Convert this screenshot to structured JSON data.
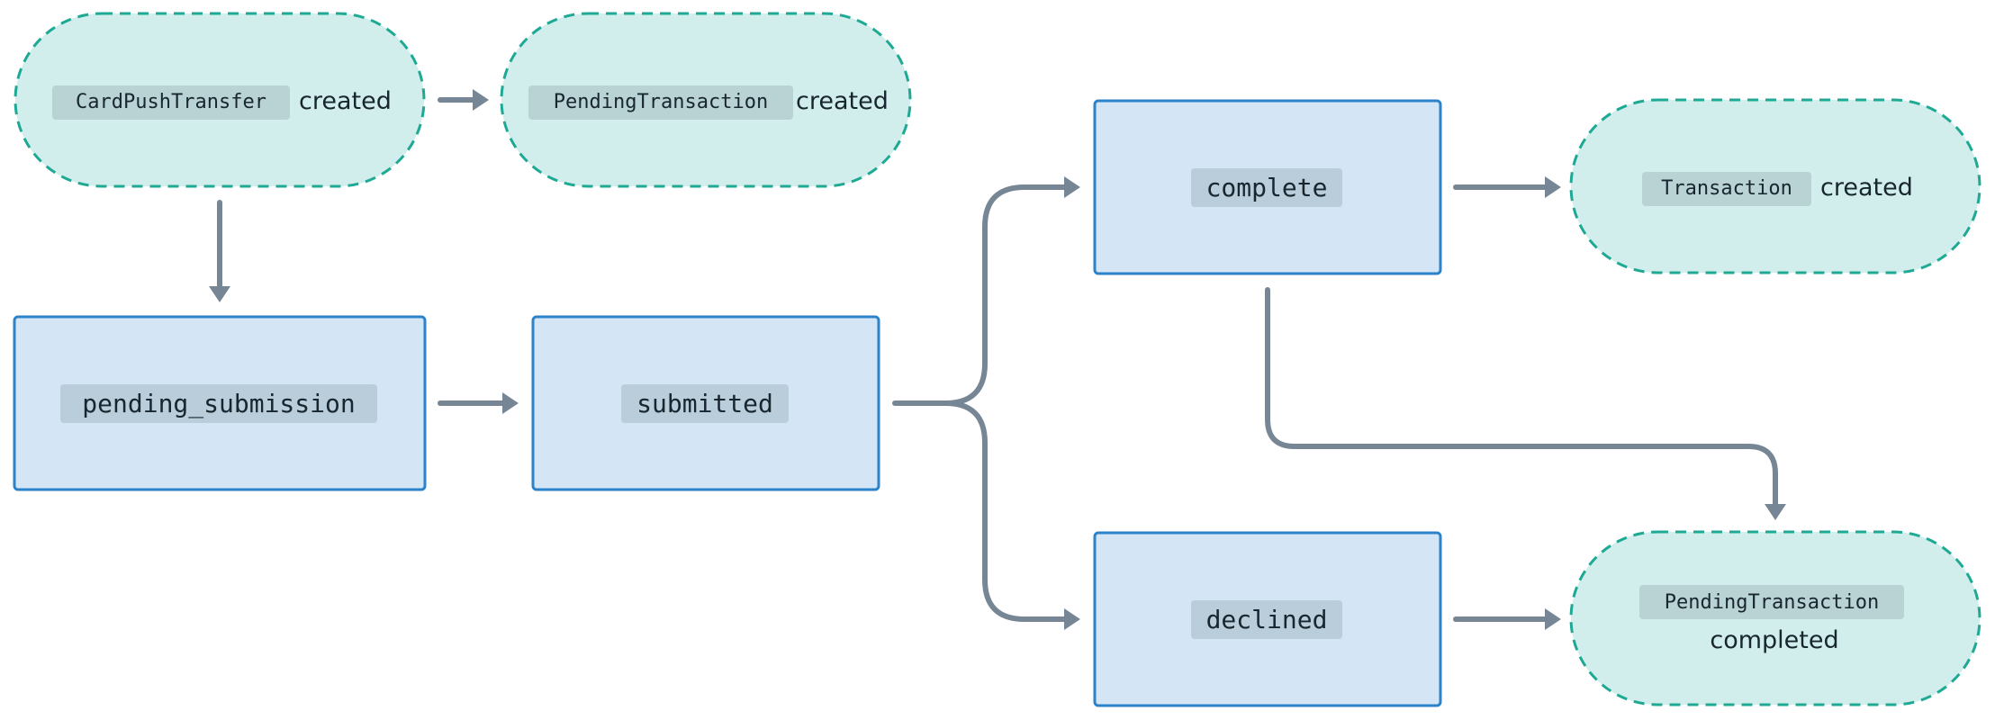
{
  "colors": {
    "state_fill": "#d4e5f5",
    "state_stroke": "#2d83c9",
    "event_fill": "#d2eeec",
    "event_stroke": "#1ea994",
    "code_bg": "#b9d2d4",
    "state_code_bg": "#bacdda",
    "arrow": "#768694",
    "text": "#17262f"
  },
  "events": {
    "card_push_created": {
      "code": "CardPushTransfer",
      "text": "created"
    },
    "pending_created": {
      "code": "PendingTransaction",
      "text": "created"
    },
    "transaction_created": {
      "code": "Transaction",
      "text": "created"
    },
    "pending_completed": {
      "code": "PendingTransaction",
      "text": "completed"
    }
  },
  "states": {
    "pending_submission": "pending_submission",
    "submitted": "submitted",
    "complete": "complete",
    "declined": "declined"
  }
}
